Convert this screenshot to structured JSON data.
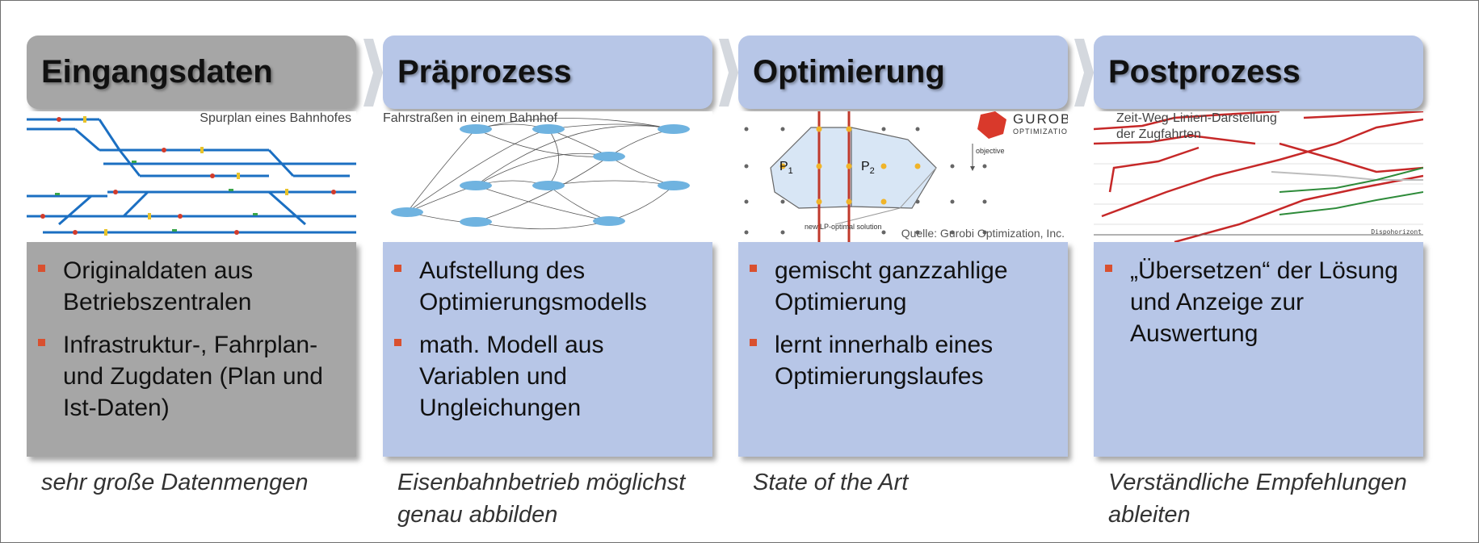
{
  "columns": [
    {
      "title": "Eingangsdaten",
      "caption": "Spurplan eines Bahnhofes",
      "bullets": [
        "Originaldaten aus Betriebszentralen",
        "Infrastruktur-, Fahrplan- und Zugdaten (Plan und Ist-Daten)"
      ],
      "footer": "sehr große Datenmengen"
    },
    {
      "title": "Präprozess",
      "caption": "Fahrstraßen in einem Bahnhof",
      "bullets": [
        "Aufstellung des Optimierungsmodells",
        "math. Modell aus Variablen und Ungleichungen"
      ],
      "footer": "Eisenbahnbetrieb möglichst genau abbilden"
    },
    {
      "title": "Optimierung",
      "caption": "Quelle: Gurobi Optimization, Inc.",
      "logo_text": "GUROBI",
      "logo_subtext": "OPTIMIZATION",
      "objective_label": "objective",
      "p1_label": "P",
      "p1_sub": "1",
      "p2_label": "P",
      "p2_sub": "2",
      "solution_label": "new LP-optimal solution",
      "bullets": [
        "gemischt ganzzahlige Optimierung",
        "lernt innerhalb eines Optimierungslaufes"
      ],
      "footer": "State of the Art"
    },
    {
      "title": "Postprozess",
      "caption_line1": "Zeit-Weg-Linien-Darstellung",
      "caption_line2": "der Zugfahrten",
      "horizon_label": "Dispohorizont",
      "bullets": [
        "„Übersetzen“ der Lösung und Anzeige zur Auswertung"
      ],
      "footer": "Verständliche Empfehlungen ableiten"
    }
  ],
  "colors": {
    "gray_box": "#a6a6a6",
    "blue_box": "#b7c6e7",
    "bullet": "#d9502f",
    "arrow": "#d4d8de"
  }
}
